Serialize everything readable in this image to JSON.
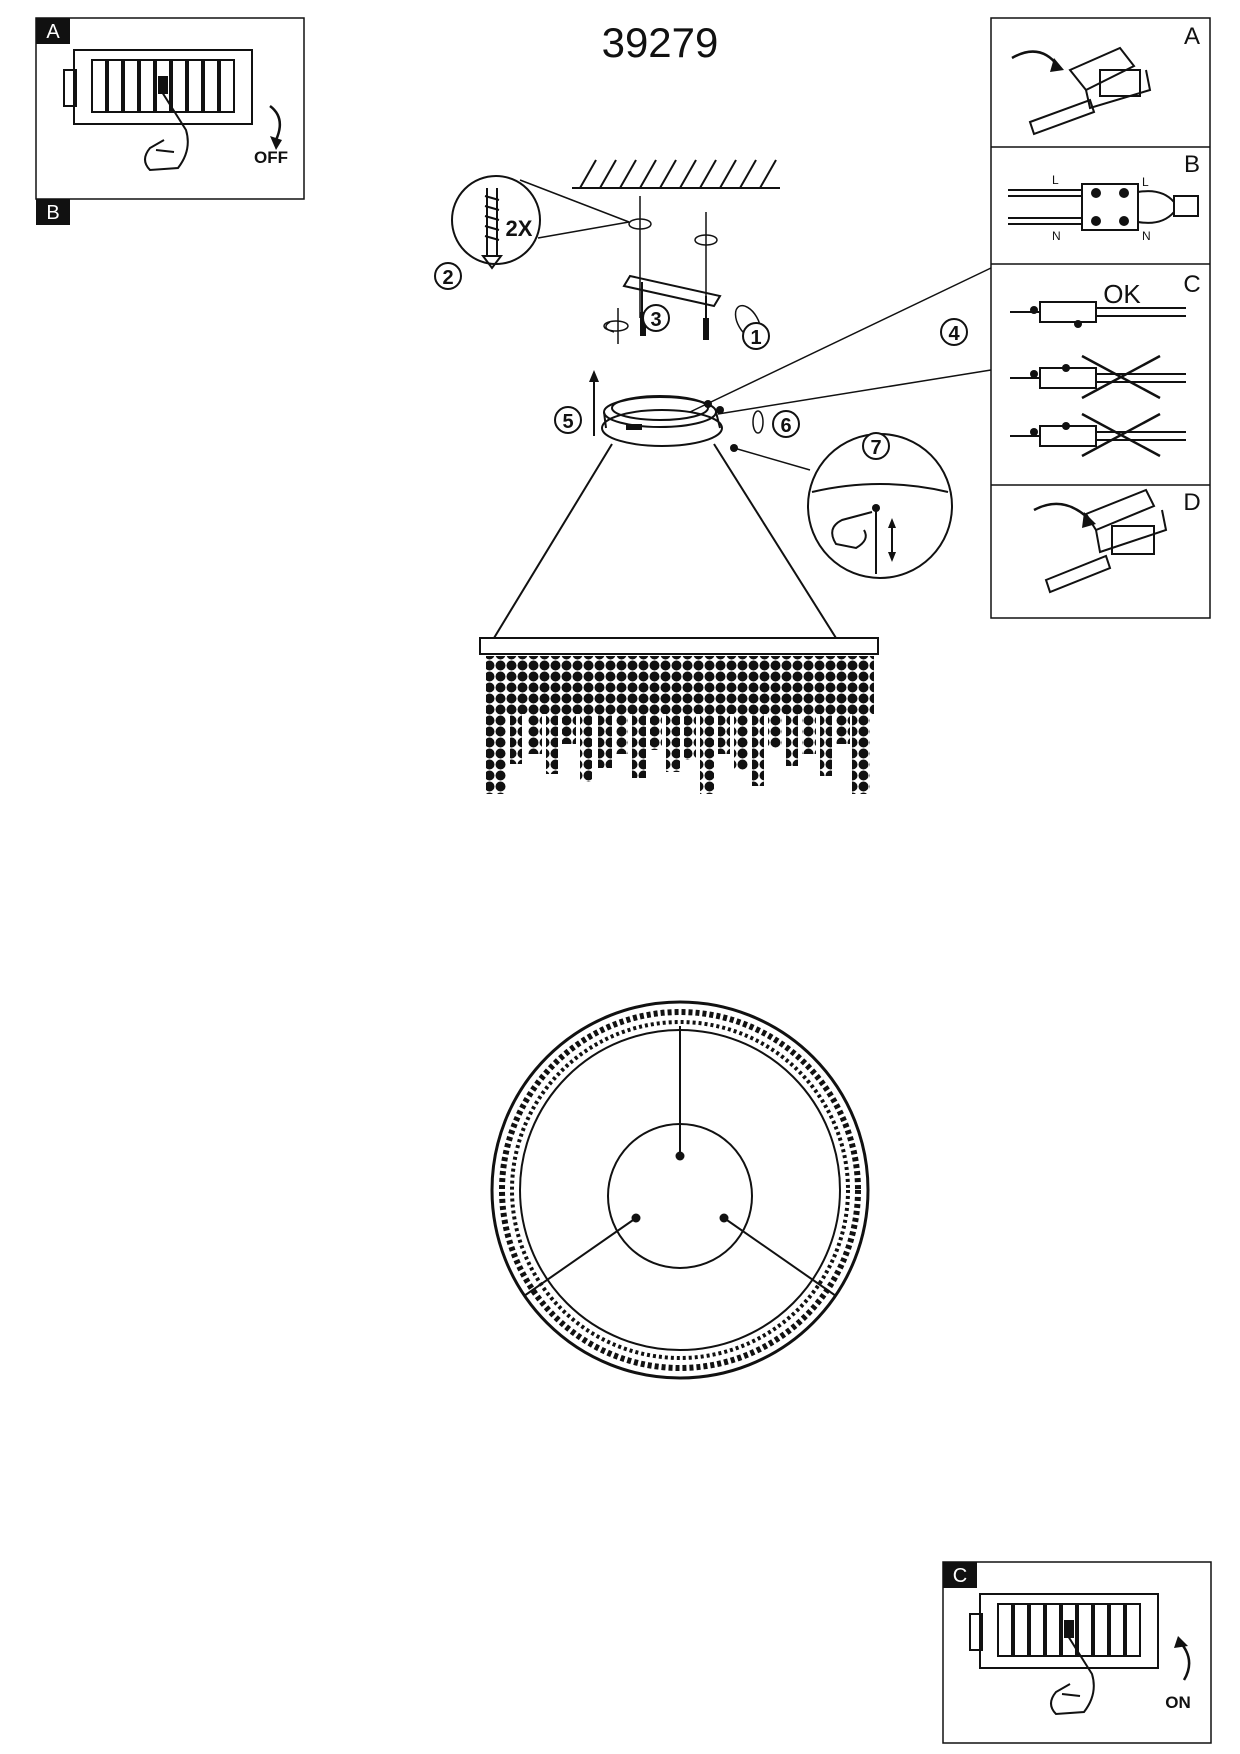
{
  "doc": {
    "model_number": "39279"
  },
  "panels": {
    "corner_top_left": {
      "tag_a": "A",
      "tag_b": "B",
      "switch_label": "OFF"
    },
    "corner_bottom_right": {
      "tag": "C",
      "switch_label": "ON"
    },
    "detail_a": {
      "tag": "A"
    },
    "detail_b": {
      "tag": "B",
      "wire_l": "L",
      "wire_l2": "L",
      "wire_n": "N",
      "wire_n2": "N"
    },
    "detail_c": {
      "tag": "C",
      "ok_label": "OK"
    },
    "detail_d": {
      "tag": "D"
    }
  },
  "steps": {
    "s1": "1",
    "s2": "2",
    "s3": "3",
    "s4": "4",
    "s5": "5",
    "s6": "6",
    "s7": "7",
    "screw_count": "2X"
  },
  "colors": {
    "ink": "#111111",
    "paper": "#ffffff",
    "tag_bg": "#111111",
    "tag_fg": "#ffffff"
  }
}
